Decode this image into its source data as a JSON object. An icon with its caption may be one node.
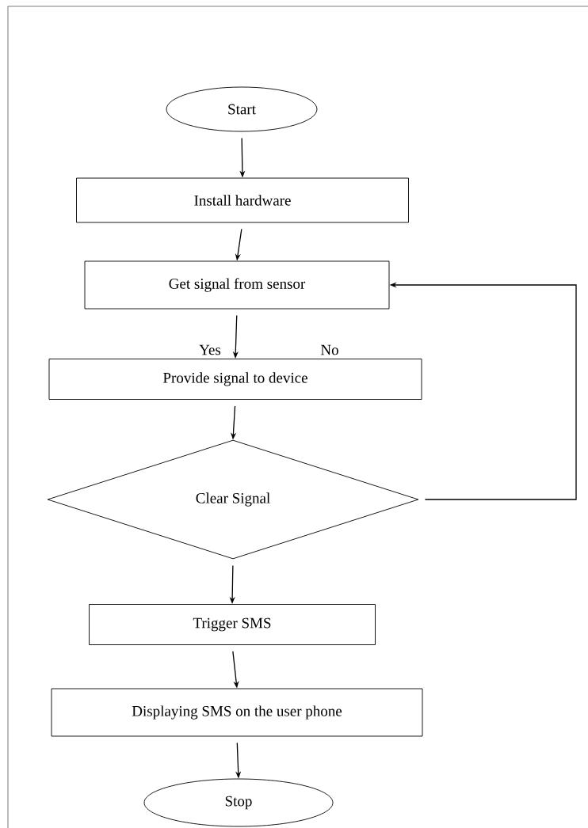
{
  "diagram": {
    "nodes": [
      {
        "text": [
          "Start"
        ]
      },
      {
        "text": [
          "Install hardware"
        ]
      },
      {
        "text": [
          "Get signal from sensor"
        ]
      },
      {
        "text": [
          "Provide signal to device"
        ]
      },
      {
        "text": [
          "Clear Signal"
        ]
      },
      {
        "text": [
          "Trigger SMS"
        ]
      },
      {
        "text": [
          "Displaying SMS on the user phone"
        ]
      },
      {
        "text": [
          "Stop"
        ]
      }
    ],
    "edges": [
      {
        "from": 0,
        "to": 1,
        "arrow": "to"
      },
      {
        "from": 1,
        "to": 2,
        "arrow": "to"
      },
      {
        "from": 2,
        "to": 3,
        "arrow": "to"
      },
      {
        "from": 3,
        "to": 4,
        "arrow": "to"
      },
      {
        "from": 4,
        "to": 5,
        "arrow": "to"
      },
      {
        "from": 5,
        "to": 6,
        "arrow": "to"
      },
      {
        "from": 6,
        "to": 7,
        "arrow": "to"
      },
      {
        "from": 4,
        "to": 2,
        "arrow": "to"
      }
    ],
    "labels": [
      "Yes",
      "No"
    ]
  }
}
